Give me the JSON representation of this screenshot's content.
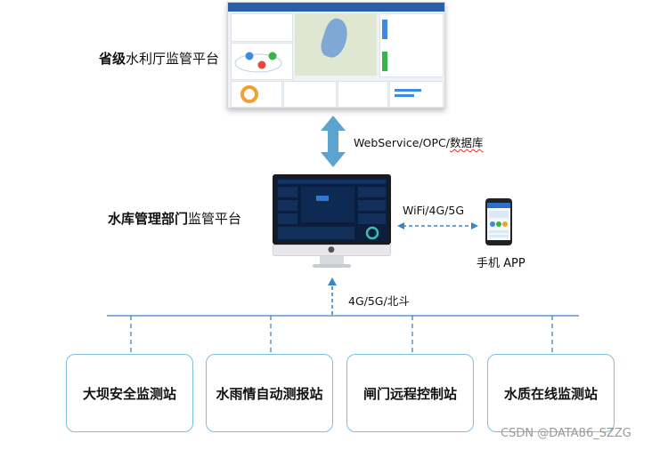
{
  "provincial": {
    "label_bold": "省级",
    "label_rest": "水利厅监管平台"
  },
  "top_link": {
    "label_plain": "WebService/OPC/",
    "label_underlined": "数据库"
  },
  "reservoir": {
    "label_bold": "水库管理部门",
    "label_rest": "监管平台"
  },
  "mobile_link": {
    "label": "WiFi/4G/5G"
  },
  "phone": {
    "label": "手机 APP"
  },
  "field_link": {
    "label": "4G/5G/北斗"
  },
  "stations": [
    {
      "label": "大坝安全监测站"
    },
    {
      "label": "水雨情自动测报站"
    },
    {
      "label": "闸门远程控制站"
    },
    {
      "label": "水质在线监测站"
    }
  ],
  "watermark": "CSDN @DATA86_SZZG",
  "colors": {
    "arrow_fill": "#5ba4cf",
    "line": "#3b85c4",
    "station_border": "#7fc0dc"
  }
}
